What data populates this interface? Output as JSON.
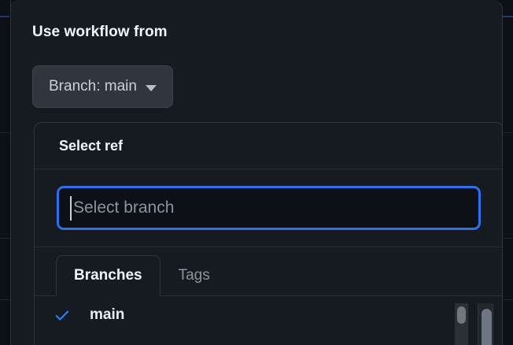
{
  "colors": {
    "dialog_bg": "#161b22",
    "page_bg": "#0d1117",
    "border": "#30363d",
    "accent_blue": "#2f6feb",
    "check_blue": "#2f81f7",
    "text_primary": "#f0f6fc",
    "text_muted": "#8b949e",
    "button_bg": "#30363d"
  },
  "dialog": {
    "title": "Use workflow from",
    "branch_button": {
      "label": "Branch: main",
      "caret_icon": "chevron-down-icon"
    }
  },
  "ref_panel": {
    "header_title": "Select ref",
    "filter": {
      "value": "",
      "placeholder": "Select branch"
    },
    "tabs": [
      {
        "label": "Branches",
        "active": true
      },
      {
        "label": "Tags",
        "active": false
      }
    ],
    "items": [
      {
        "label": "main",
        "selected": true,
        "check_icon": "check-icon"
      }
    ]
  },
  "scrollbars": {
    "list_scrollbar": "list-vertical-scrollbar",
    "page_scrollbar": "page-vertical-scrollbar"
  }
}
